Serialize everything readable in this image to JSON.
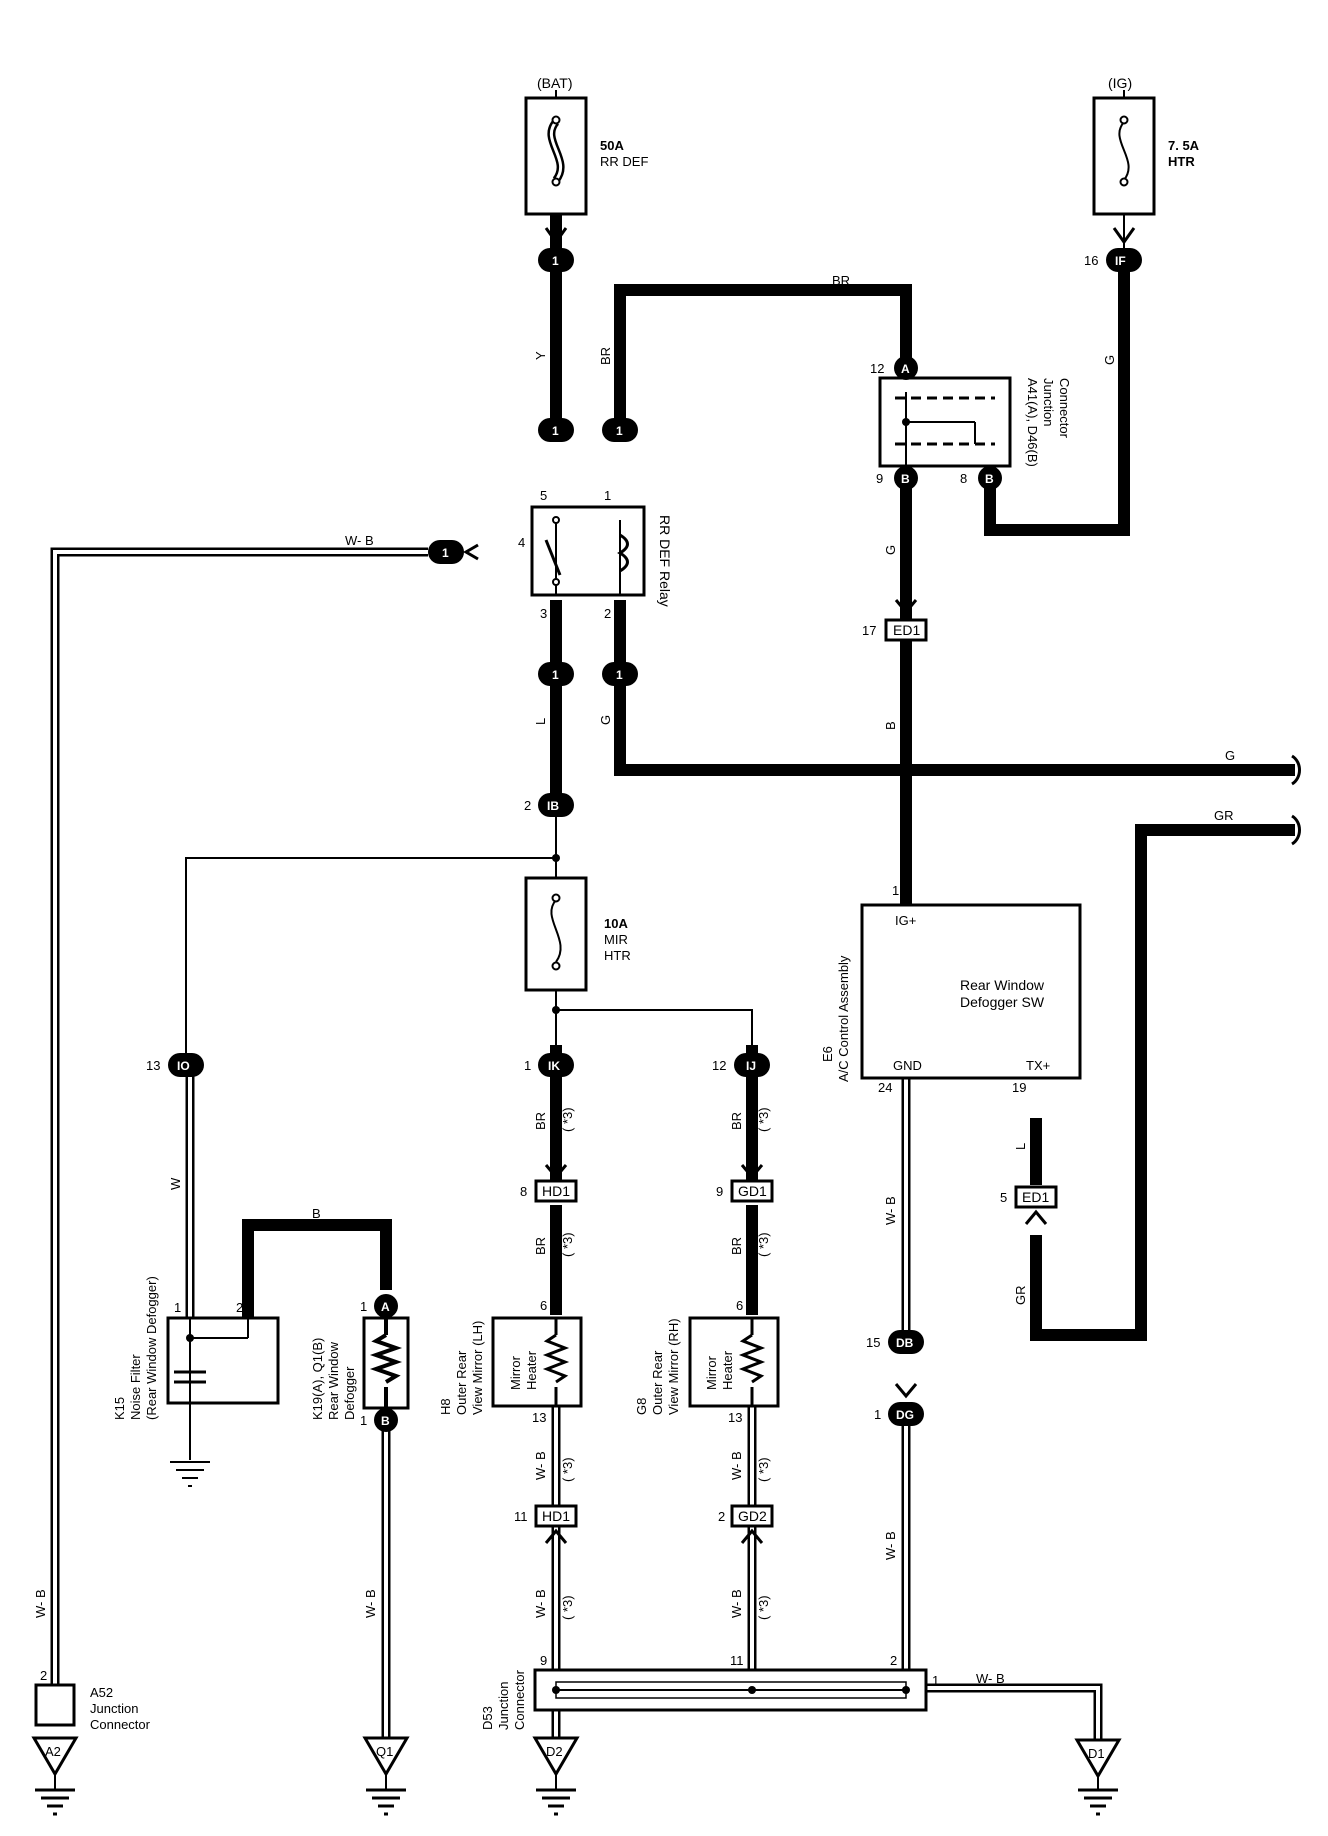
{
  "colors": {
    "line": "#000000",
    "background": "#ffffff"
  },
  "sources": {
    "bat": "(BAT)",
    "ig": "(IG)"
  },
  "fuses": {
    "rr_def": {
      "rating": "50A",
      "name": "RR DEF"
    },
    "htr": {
      "rating": "7. 5A",
      "name": "HTR"
    },
    "mir_htr": {
      "rating": "10A",
      "name1": "MIR",
      "name2": "HTR"
    }
  },
  "relay": {
    "name": "RR DEF Relay",
    "pins": [
      "5",
      "1",
      "4",
      "3",
      "2"
    ]
  },
  "junction_a41": {
    "line1": "A41(A), D46(B)",
    "line2": "Junction",
    "line3": "Connector"
  },
  "ac_control": {
    "id": "E6",
    "name": "A/C Control Assembly",
    "sw_line1": "Rear Window",
    "sw_line2": "Defogger SW",
    "ig_plus": "IG+",
    "gnd": "GND",
    "tx_plus": "TX+"
  },
  "noise_filter": {
    "id": "K15",
    "line1": "Noise Filter",
    "line2": "(Rear Window Defogger)"
  },
  "defogger": {
    "id": "K19(A), Q1(B)",
    "line1": "Rear Window",
    "line2": "Defogger"
  },
  "mirror_lh": {
    "id": "H8",
    "line1": "Outer Rear",
    "line2": "View Mirror (LH)",
    "heater1": "Mirror",
    "heater2": "Heater"
  },
  "mirror_rh": {
    "id": "G8",
    "line1": "Outer Rear",
    "line2": "View Mirror (RH)",
    "heater1": "Mirror",
    "heater2": "Heater"
  },
  "junction_a52": {
    "id": "A52",
    "line1": "Junction",
    "line2": "Connector"
  },
  "junction_d53": {
    "id": "D53",
    "line1": "Junction",
    "line2": "Connector"
  },
  "grounds": [
    "A2",
    "Q1",
    "D2",
    "D1"
  ],
  "connectors": {
    "c1_top": "1",
    "c1_y": "1",
    "c1_br": "1",
    "c1_wb": "1",
    "c1_l": "1",
    "c1_g": "1",
    "if": "IF",
    "a12": "A",
    "b9": "B",
    "b8": "B",
    "ed1_17": "ED1",
    "ib": "IB",
    "io": "IO",
    "ik": "IK",
    "ij": "IJ",
    "hd1_8": "HD1",
    "gd1_9": "GD1",
    "a1": "A",
    "b1": "B",
    "hd1_11": "HD1",
    "gd2_2": "GD2",
    "db": "DB",
    "dg": "DG",
    "ed1_5": "ED1"
  },
  "pin_numbers": {
    "if": "16",
    "a12": "12",
    "b9": "9",
    "b8": "8",
    "ed1_17": "17",
    "ib": "2",
    "io": "13",
    "ik": "1",
    "ij": "12",
    "hd1_8": "8",
    "gd1_9": "9",
    "lh_6": "6",
    "rh_6": "6",
    "lh_13": "13",
    "rh_13": "13",
    "hd1_11": "11",
    "gd2_2": "2",
    "db": "15",
    "dg": "1",
    "ed1_5": "5",
    "ig_1": "1",
    "gnd_24": "24",
    "tx_19": "19",
    "nf_1": "1",
    "nf_2": "2",
    "def_a1": "1",
    "def_b1": "1",
    "a52_2": "2",
    "d53_9": "9",
    "d53_11": "11",
    "d53_2": "2",
    "d53_1": "1"
  },
  "wire_colors": {
    "y": "Y",
    "br_top": "BR",
    "br_left": "BR",
    "g_right": "G",
    "wb_top": "W- B",
    "g_a41": "G",
    "l_relay": "L",
    "g_relay": "G",
    "b_ed1": "B",
    "g_out": "G",
    "gr_out": "GR",
    "br_ik": "BR",
    "br_ij": "BR",
    "br_lh": "BR",
    "br_rh": "BR",
    "note1": "( *3)",
    "note2": "( *3)",
    "note3": "( *3)",
    "note4": "( *3)",
    "note5": "( *3)",
    "note6": "( *3)",
    "note7": "( *3)",
    "note8": "( *3)",
    "w_io": "W",
    "b_def": "B",
    "wb_lh1": "W- B",
    "wb_rh1": "W- B",
    "wb_lh2": "W- B",
    "wb_rh2": "W- B",
    "wb_gnd": "W- B",
    "wb_dg": "W- B",
    "wb_left": "W- B",
    "wb_def": "W- B",
    "wb_d1": "W- B",
    "l_tx": "L",
    "gr_ed1": "GR"
  }
}
